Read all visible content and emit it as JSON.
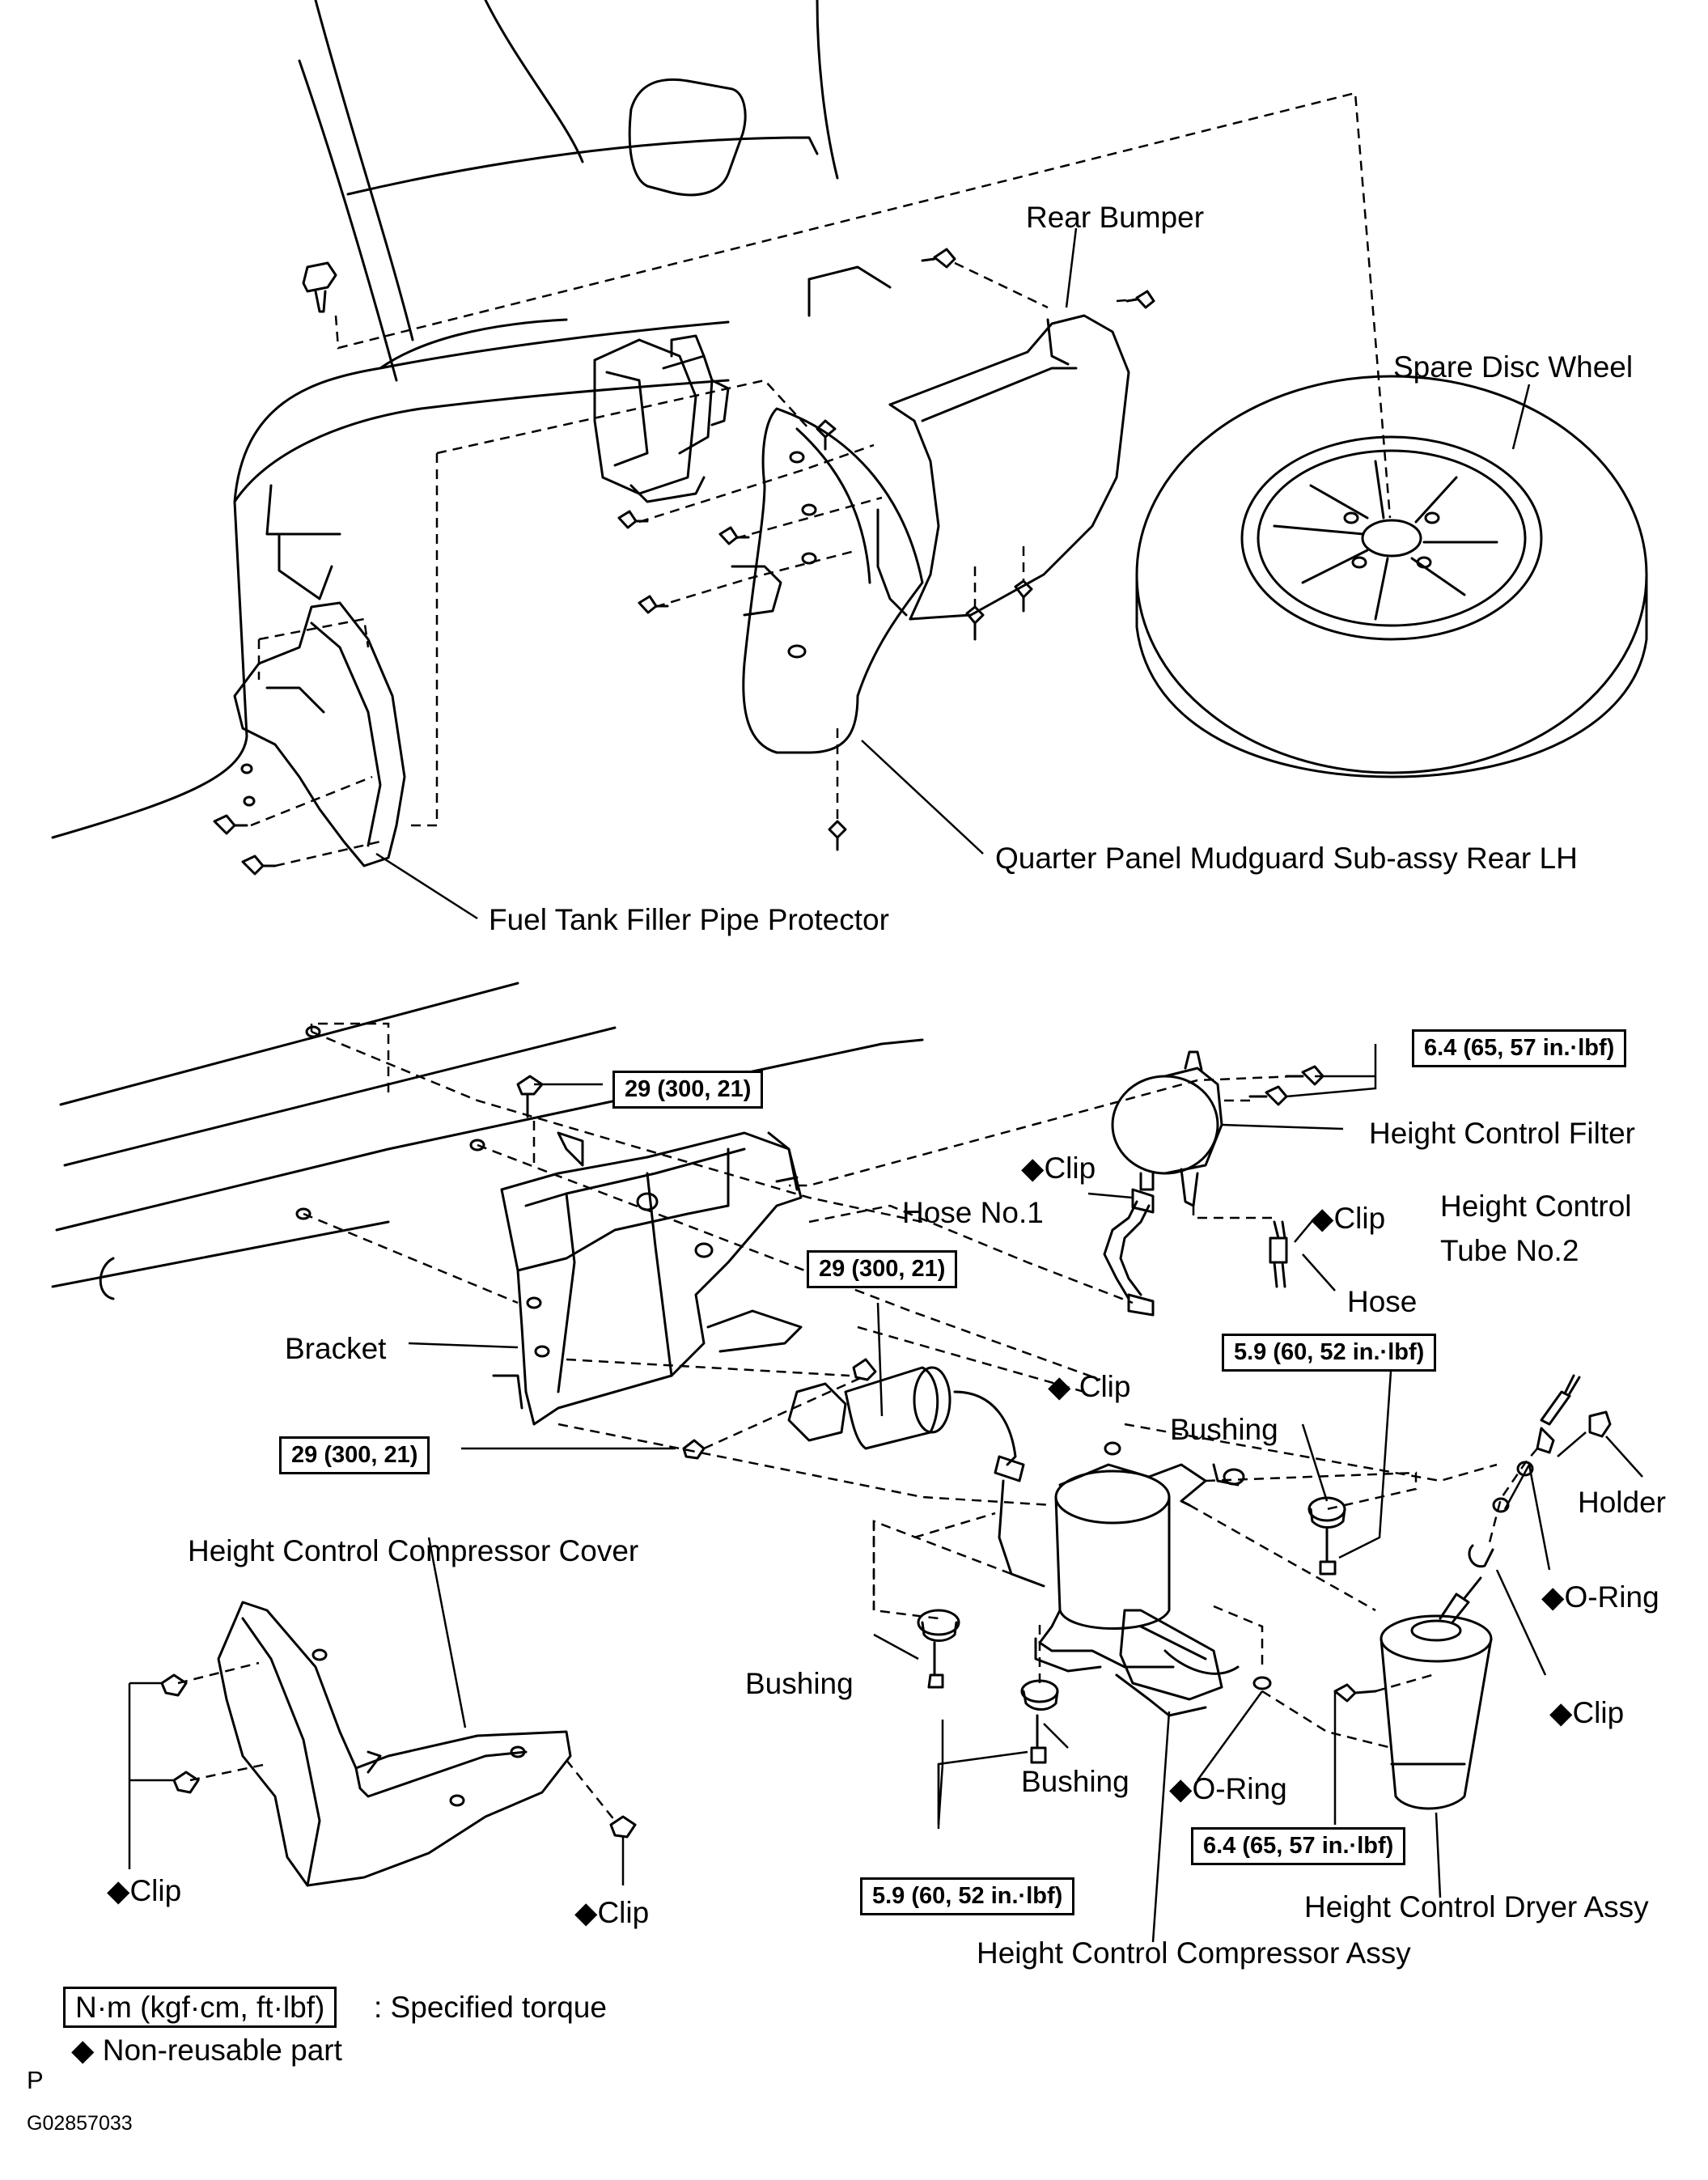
{
  "labels": {
    "rear_bumper": "Rear Bumper",
    "spare_disc_wheel": "Spare Disc Wheel",
    "mudguard": "Quarter Panel Mudguard Sub-assy Rear LH",
    "fuel_protector": "Fuel Tank Filler Pipe Protector",
    "height_control_filter": "Height Control Filter",
    "clip_1": "◆Clip",
    "hose_no1": "Hose No.1",
    "clip_2": "◆Clip",
    "hose": "Hose",
    "clip_3": "◆ Clip",
    "height_control_tube_line1": "Height Control",
    "height_control_tube_line2": "Tube No.2",
    "bracket": "Bracket",
    "bushing_1": "Bushing",
    "holder": "Holder",
    "o_ring_1": "◆O-Ring",
    "cover": "Height Control Compressor Cover",
    "clip_4": "◆Clip",
    "bushing_2": "Bushing",
    "bushing_3": "Bushing",
    "o_ring_2": "◆O-Ring",
    "clip_5": "◆Clip",
    "clip_6": "◆Clip",
    "dryer": "Height Control Dryer Assy",
    "compressor": "Height Control Compressor Assy"
  },
  "torques": {
    "t1": "6.4 (65, 57 in.·lbf)",
    "t2": "29 (300, 21)",
    "t3": "29 (300, 21)",
    "t4": "5.9 (60, 52 in.·lbf)",
    "t5": "29 (300, 21)",
    "t6": "6.4 (65, 57 in.·lbf)",
    "t7": "5.9 (60, 52 in.·lbf)"
  },
  "legend": {
    "unit": "N·m (kgf·cm, ft·lbf)",
    "torque_text": ": Specified torque",
    "nonreusable": "◆ Non-reusable part"
  },
  "footer": {
    "letter": "P",
    "code": "G02857033"
  }
}
